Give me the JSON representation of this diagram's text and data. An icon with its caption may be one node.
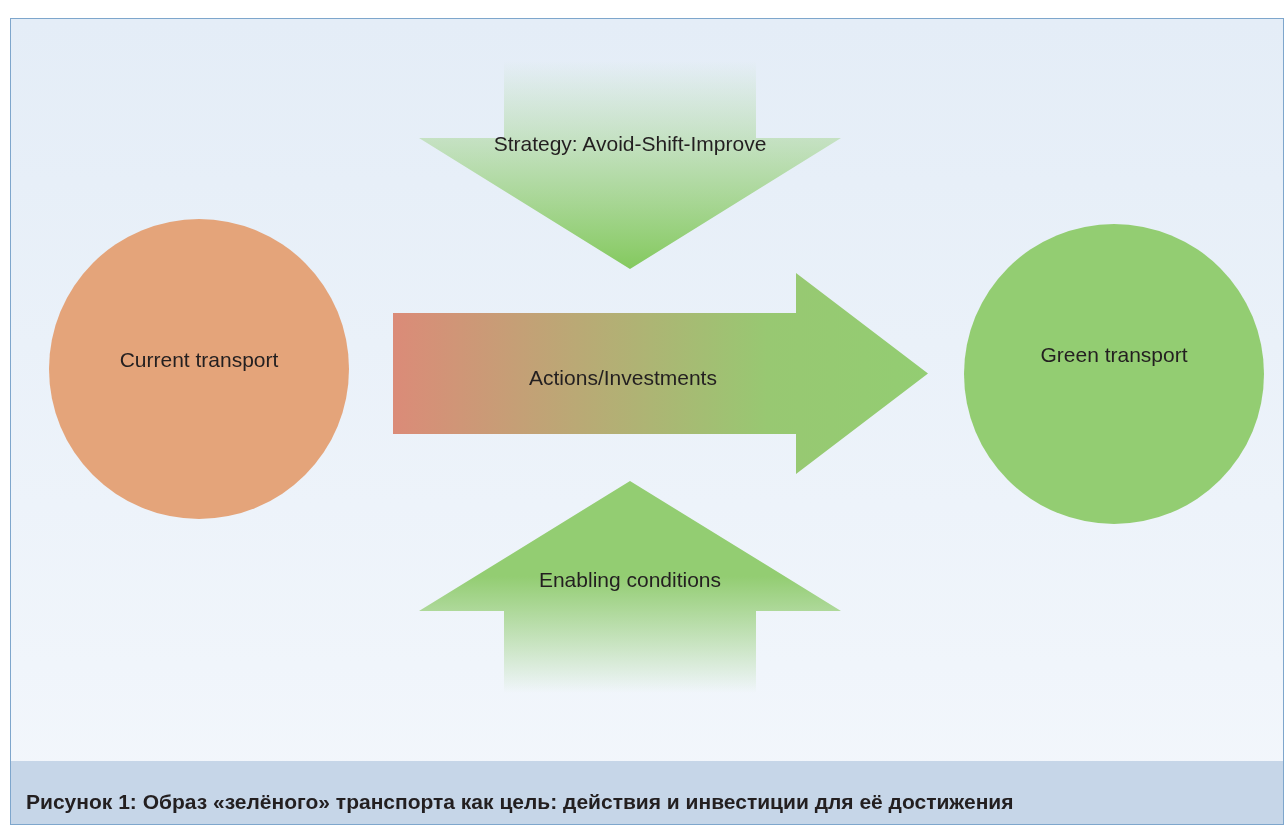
{
  "diagram": {
    "caption": "Рисунок 1: Образ «зелёного» транспорта как цель: действия и инвестиции для её достижения",
    "nodes": [
      {
        "text": [
          "Current transport"
        ]
      },
      {
        "text": [
          "Strategy: Avoid-Shift-Improve"
        ]
      },
      {
        "text": [
          "Actions/Investments"
        ]
      },
      {
        "text": [
          "Green transport"
        ]
      },
      {
        "text": [
          "Enabling conditions"
        ]
      }
    ]
  }
}
